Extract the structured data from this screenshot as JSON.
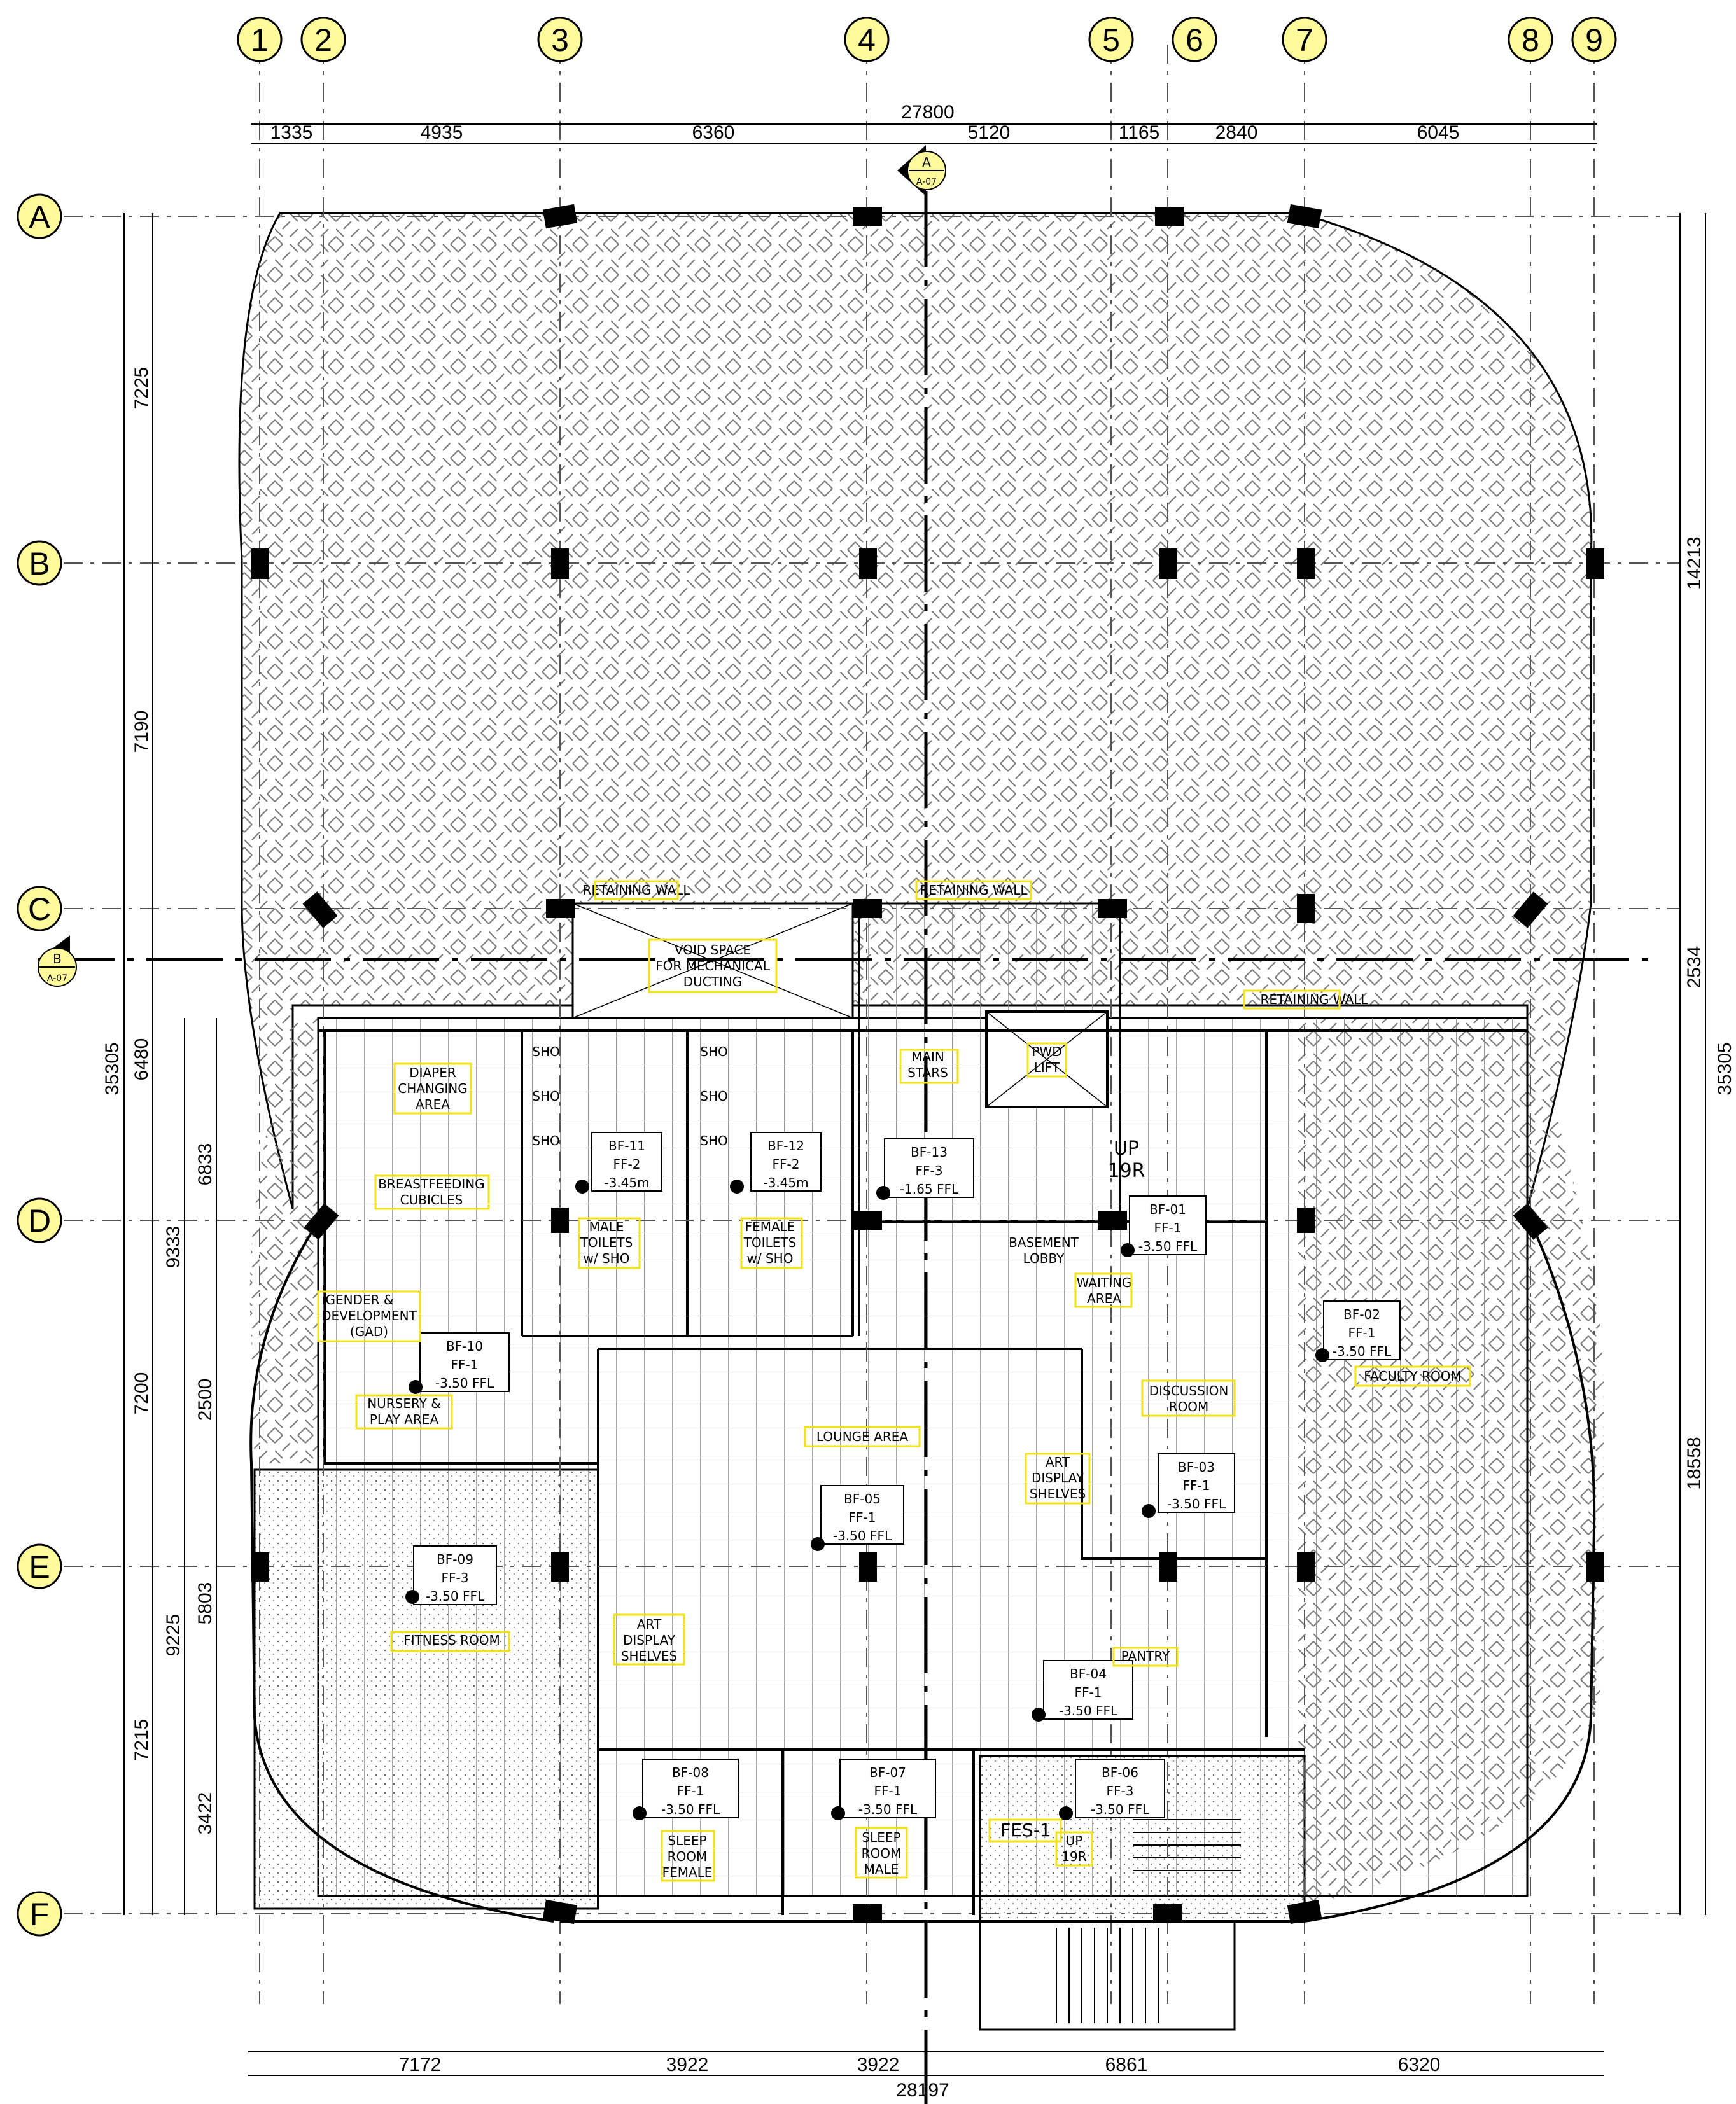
{
  "grid": {
    "columns": [
      "1",
      "2",
      "3",
      "4",
      "5",
      "6",
      "7",
      "8",
      "9"
    ],
    "rows": [
      "A",
      "B",
      "C",
      "D",
      "E",
      "F"
    ]
  },
  "dimensions": {
    "top_overall": "27800",
    "top_segments": [
      "1335",
      "4935",
      "6360",
      "5120",
      "1165",
      "2840",
      "6045"
    ],
    "bottom_overall": "28197",
    "bottom_segments": [
      "7172",
      "3922",
      "3922",
      "6861",
      "6320"
    ],
    "left_overall": "35305",
    "left_primary": [
      "7225",
      "7190",
      "6480",
      "7200",
      "7215"
    ],
    "left_secondary": [
      "6833",
      "9333",
      "2500",
      "5803",
      "9225",
      "3422"
    ],
    "right_overall": "35305",
    "right_segments": [
      "14213",
      "2534",
      "18558"
    ]
  },
  "section_markers": {
    "a": {
      "letter": "A",
      "sheet": "A-07"
    },
    "b": {
      "letter": "B",
      "sheet": "A-07"
    }
  },
  "rooms": [
    {
      "code": "BF-01",
      "finish": "FF-1",
      "level": "-3.50 FFL",
      "name": [
        "BASEMENT",
        "LOBBY"
      ]
    },
    {
      "code": "BF-02",
      "finish": "FF-1",
      "level": "-3.50 FFL",
      "name": [
        "FACULTY ROOM"
      ]
    },
    {
      "code": "BF-03",
      "finish": "FF-1",
      "level": "-3.50 FFL",
      "name": [
        "DISCUSSION",
        "ROOM"
      ]
    },
    {
      "code": "BF-04",
      "finish": "FF-1",
      "level": "-3.50 FFL",
      "name": [
        "PANTRY"
      ]
    },
    {
      "code": "BF-05",
      "finish": "FF-1",
      "level": "-3.50 FFL",
      "name": [
        "LOUNGE AREA"
      ]
    },
    {
      "code": "BF-06",
      "finish": "FF-3",
      "level": "-3.50 FFL",
      "name": [
        "FES-1"
      ]
    },
    {
      "code": "BF-07",
      "finish": "FF-1",
      "level": "-3.50 FFL",
      "name": [
        "SLEEP",
        "ROOM",
        "MALE"
      ]
    },
    {
      "code": "BF-08",
      "finish": "FF-1",
      "level": "-3.50 FFL",
      "name": [
        "SLEEP",
        "ROOM",
        "FEMALE"
      ]
    },
    {
      "code": "BF-09",
      "finish": "FF-3",
      "level": "-3.50 FFL",
      "name": [
        "FITNESS ROOM"
      ]
    },
    {
      "code": "BF-10",
      "finish": "FF-1",
      "level": "-3.50 FFL",
      "name": [
        "NURSERY &",
        "PLAY AREA"
      ]
    },
    {
      "code": "BF-11",
      "finish": "FF-2",
      "level": "-3.45m",
      "name": [
        "MALE",
        "TOILETS",
        "w/ SHO"
      ]
    },
    {
      "code": "BF-12",
      "finish": "FF-2",
      "level": "-3.45m",
      "name": [
        "FEMALE",
        "TOILETS",
        "w/ SHO"
      ]
    },
    {
      "code": "BF-13",
      "finish": "FF-3",
      "level": "-1.65 FFL",
      "name": [
        "MAIN",
        "STARS"
      ]
    }
  ],
  "labels": {
    "retaining_wall": "RETAINING WALL",
    "void_space": [
      "VOID SPACE",
      "FOR MECHANICAL",
      "DUCTING"
    ],
    "pwd_lift": [
      "PWD",
      "LIFT"
    ],
    "diaper": [
      "DIAPER",
      "CHANGING",
      "AREA"
    ],
    "breastfeeding": [
      "BREASTFEEDING",
      "CUBICLES"
    ],
    "gad": [
      "GENDER &",
      "DEVELOPMENT",
      "(GAD)"
    ],
    "waiting": [
      "WAITING",
      "AREA"
    ],
    "art_display": [
      "ART",
      "DISPLAY",
      "SHELVES"
    ],
    "sho": "SHO",
    "stair_up": [
      "UP",
      "19R"
    ]
  }
}
